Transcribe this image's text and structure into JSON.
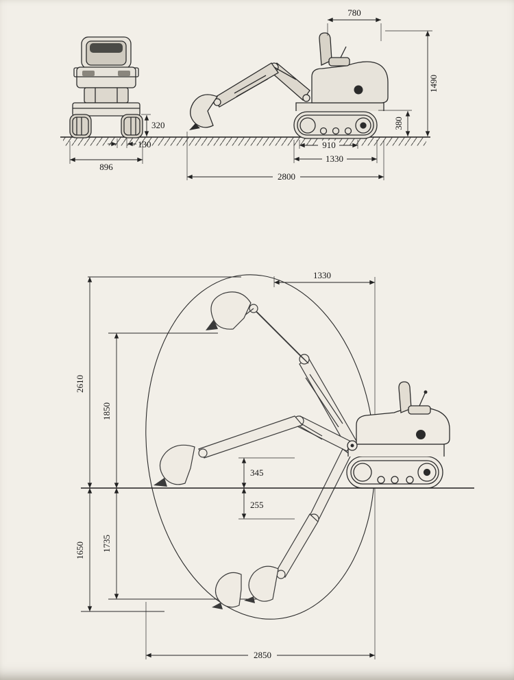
{
  "colors": {
    "paper": "#f2efe8",
    "line": "#2b2b2b"
  },
  "drawing": {
    "top": {
      "front_view_dims": {
        "d320": "320",
        "d130": "130",
        "d896": "896"
      },
      "side_view_dims": {
        "d780": "780",
        "d1490": "1490",
        "d380": "380",
        "d910": "910",
        "d1330": "1330",
        "d2800": "2800"
      }
    },
    "bottom": {
      "range_dims": {
        "d1330": "1330",
        "d2610": "2610",
        "d1850": "1850",
        "d345": "345",
        "d255": "255",
        "d1650": "1650",
        "d1735": "1735",
        "d2850": "2850"
      }
    }
  }
}
